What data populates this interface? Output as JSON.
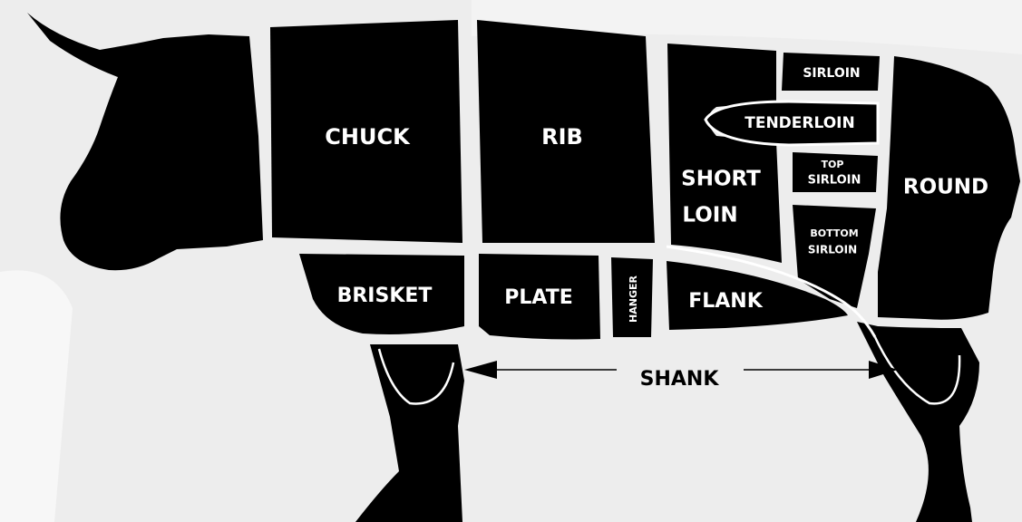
{
  "colors": {
    "background": "#ededed",
    "light_patch": "#f7f7f7",
    "cut_fill": "#000000",
    "outline": "#ffffff"
  },
  "cuts": {
    "chuck": "CHUCK",
    "rib": "RIB",
    "short_loin_line1": "SHORT",
    "short_loin_line2": "LOIN",
    "sirloin": "SIRLOIN",
    "tenderloin": "TENDERLOIN",
    "top_sirloin_line1": "TOP",
    "top_sirloin_line2": "SIRLOIN",
    "bottom_sirloin_line1": "BOTTOM",
    "bottom_sirloin_line2": "SIRLOIN",
    "round": "ROUND",
    "brisket": "BRISKET",
    "plate": "PLATE",
    "hanger": "HANGER",
    "flank": "FLANK",
    "shank": "SHANK"
  }
}
